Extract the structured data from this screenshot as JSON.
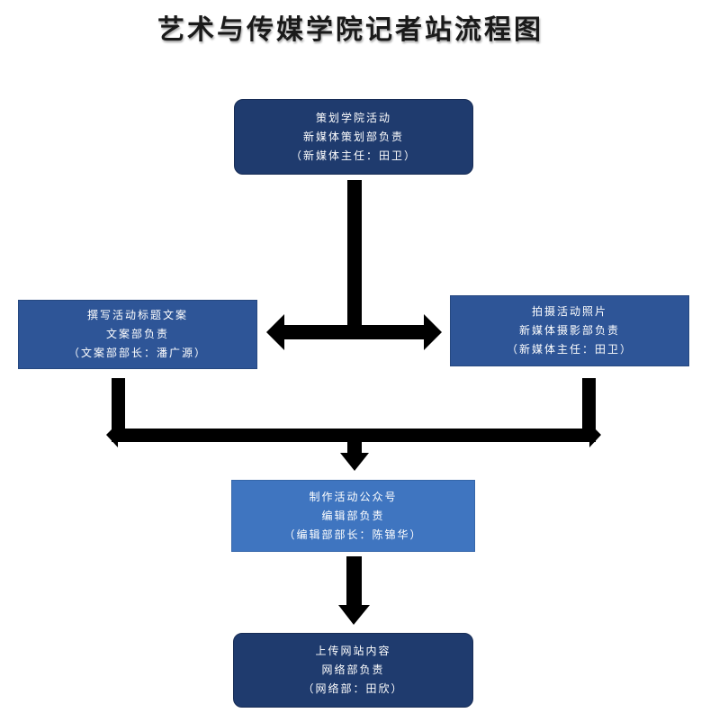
{
  "title": "艺术与传媒学院记者站流程图",
  "nodes": {
    "plan": {
      "line1": "策划学院活动",
      "line2": "新媒体策划部负责",
      "line3": "（新媒体主任：田卫）"
    },
    "write": {
      "line1": "撰写活动标题文案",
      "line2": "文案部负责",
      "line3": "（文案部部长：潘广源）"
    },
    "photo": {
      "line1": "拍摄活动照片",
      "line2": "新媒体摄影部负责",
      "line3": "（新媒体主任：田卫）"
    },
    "produce": {
      "line1": "制作活动公众号",
      "line2": "编辑部负责",
      "line3": "（编辑部部长：陈锦华）"
    },
    "upload": {
      "line1": "上传网站内容",
      "line2": "网络部负责",
      "line3": "（网络部：田欣）"
    }
  },
  "colors": {
    "dark_box": "#1f3b6e",
    "mid_box": "#2e5597",
    "light_box": "#3f75c0",
    "arrow": "#000000"
  }
}
